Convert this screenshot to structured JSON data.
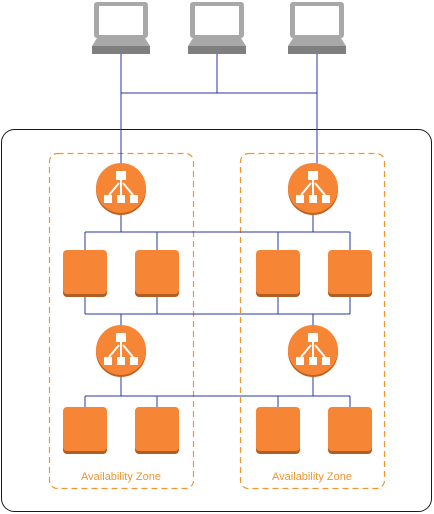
{
  "diagram": {
    "colors": {
      "connector": "#2a36a6",
      "instance_fill": "#f68536",
      "instance_shadow": "#b15e22",
      "elb_fill": "#f68536",
      "elb_ring": "#c15f1e",
      "elb_glyph": "#ffffff",
      "az_border": "#f0952f",
      "region_border": "#1a1a1a",
      "client_screen_frame": "#a8a8a8",
      "client_screen": "#ffffff",
      "client_base": "#a8a8a8",
      "client_base_dark": "#7f7f7f"
    },
    "region": {
      "name": "region-boundary"
    },
    "zones": [
      {
        "label": "Availability Zone"
      },
      {
        "label": "Availability Zone"
      }
    ],
    "clients": [
      {
        "icon": "laptop-icon"
      },
      {
        "icon": "laptop-icon"
      },
      {
        "icon": "laptop-icon"
      }
    ],
    "load_balancers": [
      {
        "icon": "elastic-load-balancer-icon",
        "tier": "web"
      },
      {
        "icon": "elastic-load-balancer-icon",
        "tier": "web"
      },
      {
        "icon": "elastic-load-balancer-icon",
        "tier": "app"
      },
      {
        "icon": "elastic-load-balancer-icon",
        "tier": "app"
      }
    ],
    "instances": [
      {
        "icon": "ec2-instance-icon",
        "tier": "web"
      },
      {
        "icon": "ec2-instance-icon",
        "tier": "web"
      },
      {
        "icon": "ec2-instance-icon",
        "tier": "web"
      },
      {
        "icon": "ec2-instance-icon",
        "tier": "web"
      },
      {
        "icon": "ec2-instance-icon",
        "tier": "app"
      },
      {
        "icon": "ec2-instance-icon",
        "tier": "app"
      },
      {
        "icon": "ec2-instance-icon",
        "tier": "app"
      },
      {
        "icon": "ec2-instance-icon",
        "tier": "app"
      }
    ]
  }
}
